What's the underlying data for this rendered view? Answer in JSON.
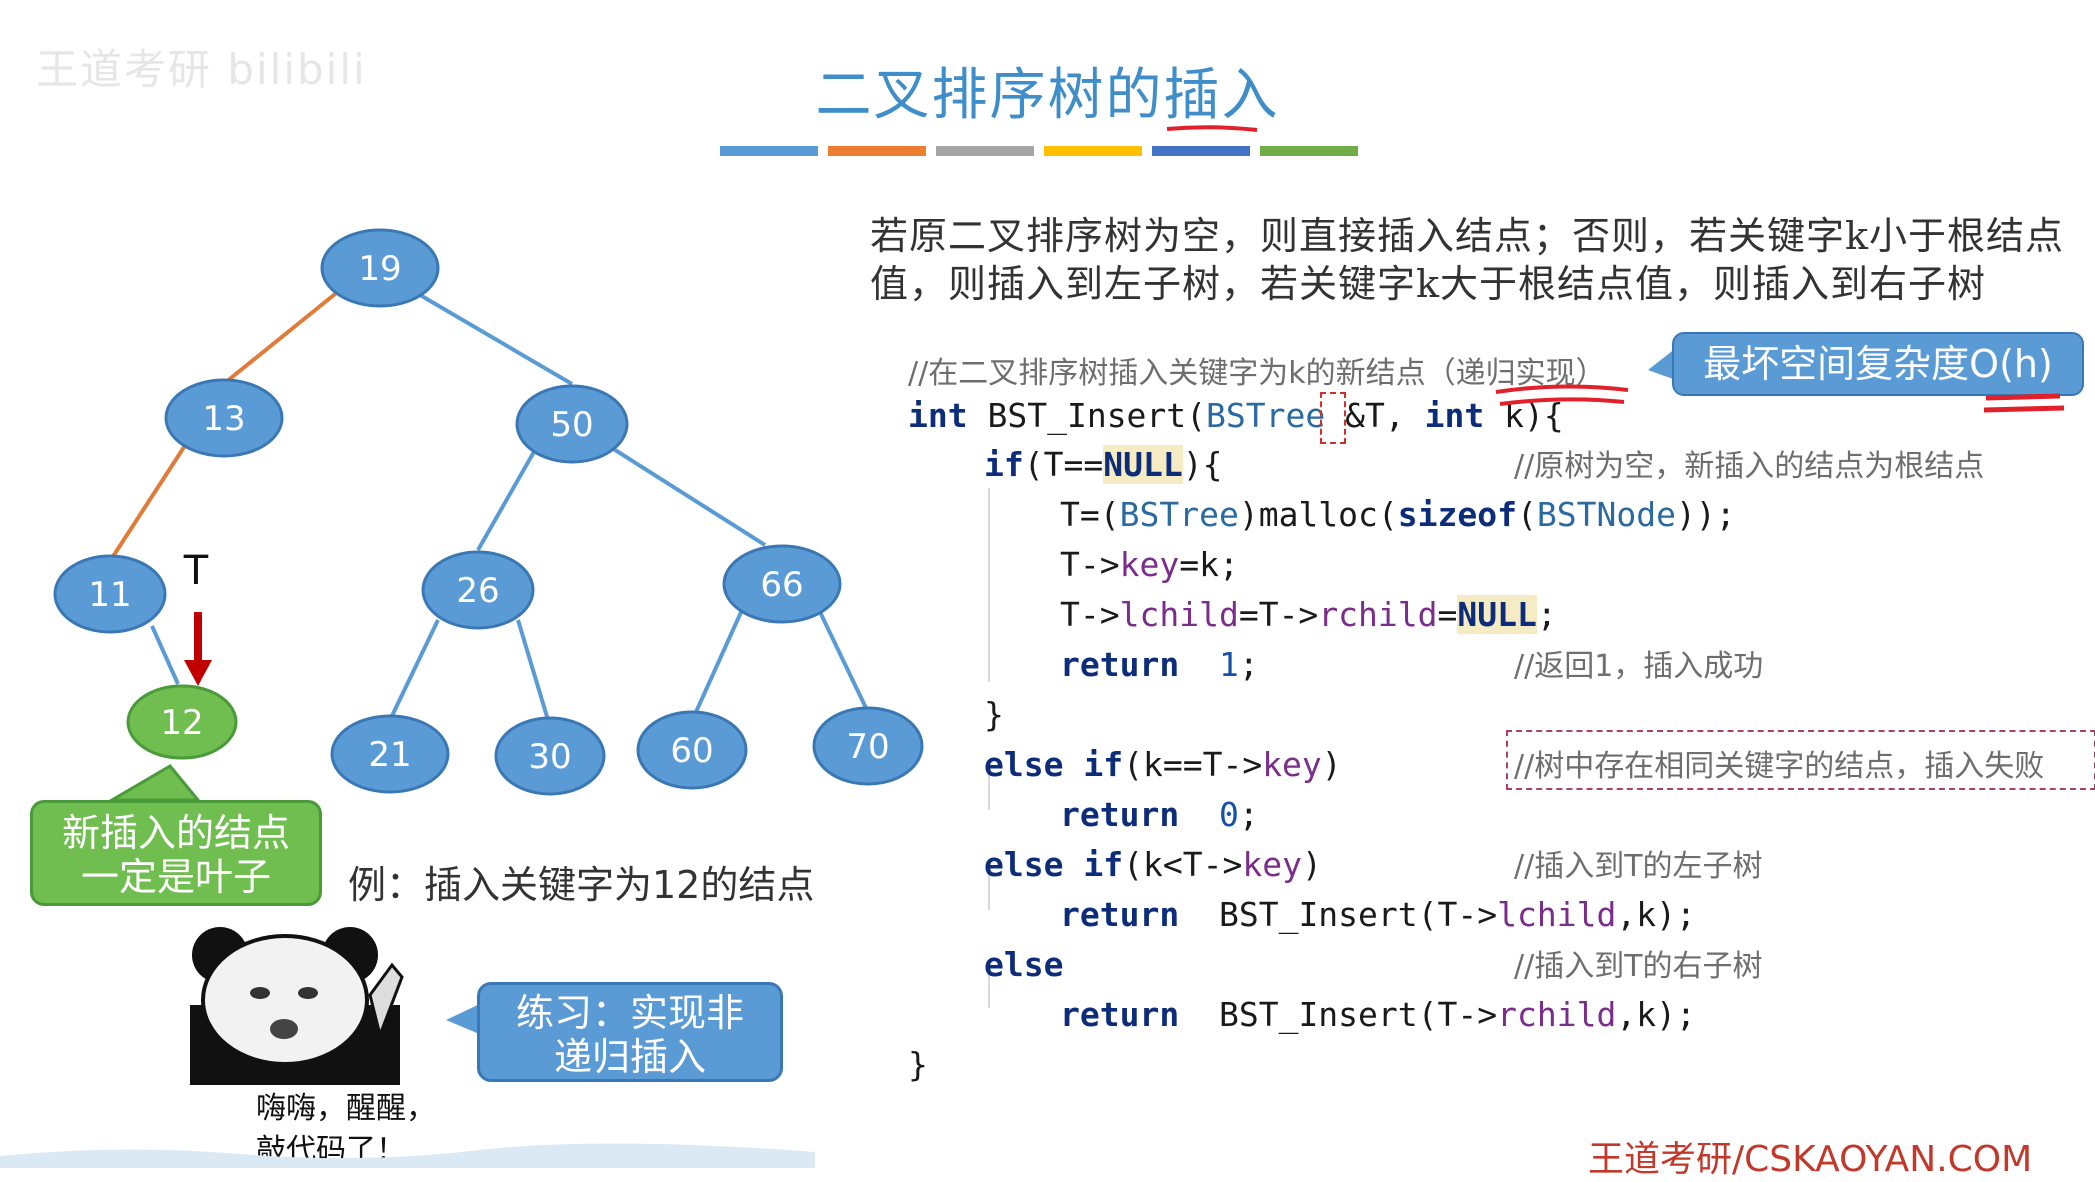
{
  "watermark": "王道考研 bilibili",
  "title": "二叉排序树的插入",
  "accent_bars": [
    "#5b9bd5",
    "#ed7d31",
    "#a5a5a5",
    "#ffc000",
    "#4472c4",
    "#70ad47"
  ],
  "tree": {
    "nodes": [
      "19",
      "13",
      "50",
      "11",
      "26",
      "66",
      "12",
      "21",
      "30",
      "60",
      "70"
    ],
    "pointer_label": "T",
    "colors": {
      "node": "#5b9bd5",
      "new_node": "#6fbe4f",
      "edge": "#5b9bd5",
      "path_edge": "#e07b39",
      "arrow": "#c00000"
    }
  },
  "leaf_bubble": {
    "line1": "新插入的结点",
    "line2": "一定是叶子"
  },
  "example": "例：插入关键字为12的结点",
  "practice_bubble": {
    "line1": "练习：实现非",
    "line2": "递归插入"
  },
  "meme_caption": {
    "line1": "嗨嗨，醒醒，",
    "line2": "敲代码了！"
  },
  "description": "若原二叉排序树为空，则直接插入结点；否则，若关键字k小于根结点值，则插入到左子树，若关键字k大于根结点值，则插入到右子树",
  "space_bubble": "最坏空间复杂度O(h)",
  "code": {
    "header_comment": "//在二叉排序树插入关键字为k的新结点（递归实现）",
    "comments": {
      "root": "//原树为空，新插入的结点为根结点",
      "ret1": "//返回1，插入成功",
      "exists": "//树中存在相同关键字的结点，插入失败",
      "left": "//插入到T的左子树",
      "right": "//插入到T的右子树"
    },
    "tokens": {
      "int": "int",
      "fn": "BST_Insert",
      "bstree": "BSTree",
      "param_t": "&T,",
      "param_k": "k){",
      "if": "if",
      "else": "else",
      "return": "return",
      "null": "NULL",
      "sizeof": "sizeof",
      "t_eq": "(T==",
      "brace_open": "){",
      "t_assign": "T=(",
      "malloc": ")malloc(",
      "bstnode": "BSTNode",
      "end_malloc": "));",
      "key_l": "T->",
      "key": "key",
      "eq_k": "=k;",
      "lchild": "lchild",
      "eq_t": "=T->",
      "rchild": "rchild",
      "eq": "=",
      "semi": ";",
      "one": "1",
      "zero": "0",
      "close": "}",
      "k_eq": "(k==T->",
      "k_lt": "(k<T->",
      "rparen": ")",
      "call_open": "BST_Insert(T->",
      "call_end": ",k);"
    }
  },
  "footer": "王道考研/CSKAOYAN.COM"
}
